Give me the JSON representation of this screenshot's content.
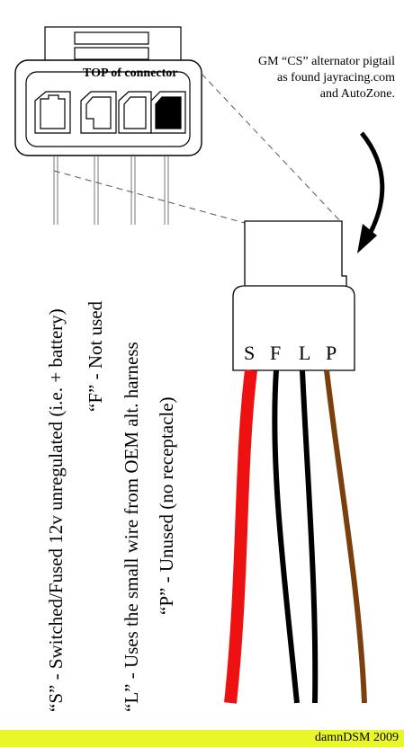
{
  "connector": {
    "top_label": "TOP of connector"
  },
  "note": {
    "lines": [
      "GM “CS” alternator pigtail",
      "as found jayracing.com",
      "and AutoZone."
    ]
  },
  "pins": [
    {
      "letter": "S",
      "wire_color": "#ee1111"
    },
    {
      "letter": "F",
      "wire_color": "#000000"
    },
    {
      "letter": "L",
      "wire_color": "#000000"
    },
    {
      "letter": "P",
      "wire_color": "#7a3f0c"
    }
  ],
  "pin_descriptions": [
    "“S” - Switched/Fused 12v unregulated (i.e. + battery)",
    "“F” - Not used",
    "“L” - Uses the small wire from OEM alt. harness",
    "“P” - Unused (no receptacle)"
  ],
  "footer": {
    "text": "damnDSM 2009",
    "background": "#e9f72a"
  }
}
